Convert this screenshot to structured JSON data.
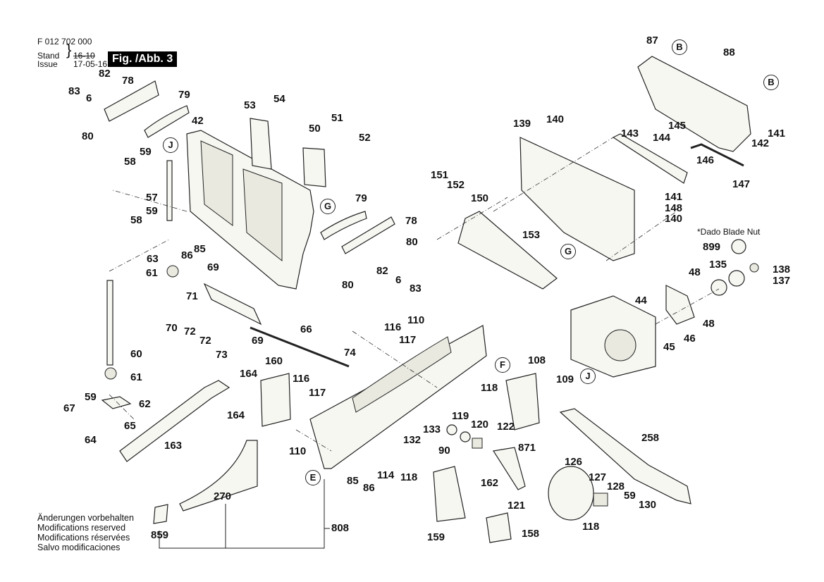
{
  "header": {
    "doc_number": "F 012 702 000",
    "stand_label": "Stand",
    "issue_label": "Issue",
    "stand_date_struck": "16-10",
    "issue_date": "17-05-16",
    "figure_label": "Fig. /Abb. 3"
  },
  "notes": [
    "Änderungen vorbehalten",
    "Modifications reserved",
    "Modifications réservées",
    "Salvo modificaciones"
  ],
  "dado_note": "*Dado Blade Nut",
  "callouts": [
    "B",
    "B",
    "J",
    "J",
    "G",
    "G",
    "F",
    "E"
  ],
  "part_labels": [
    "83",
    "82",
    "6",
    "78",
    "80",
    "79",
    "42",
    "53",
    "54",
    "51",
    "50",
    "52",
    "58",
    "59",
    "57",
    "58",
    "59",
    "63",
    "86",
    "85",
    "61",
    "69",
    "71",
    "70",
    "72",
    "72",
    "73",
    "69",
    "66",
    "74",
    "60",
    "61",
    "59",
    "62",
    "67",
    "65",
    "64",
    "163",
    "164",
    "164",
    "160",
    "116",
    "117",
    "110",
    "116",
    "117",
    "110",
    "85",
    "86",
    "114",
    "118",
    "132",
    "133",
    "90",
    "119",
    "120",
    "122",
    "162",
    "121",
    "159",
    "158",
    "871",
    "126",
    "127",
    "128",
    "59",
    "130",
    "118",
    "108",
    "109",
    "258",
    "79",
    "78",
    "80",
    "82",
    "6",
    "83",
    "80",
    "151",
    "152",
    "150",
    "153",
    "139",
    "140",
    "143",
    "144",
    "145",
    "146",
    "147",
    "141",
    "148",
    "140",
    "87",
    "88",
    "141",
    "142",
    "899",
    "135",
    "138",
    "137",
    "48",
    "44",
    "48",
    "46",
    "45",
    "270",
    "859",
    "808",
    "118"
  ]
}
